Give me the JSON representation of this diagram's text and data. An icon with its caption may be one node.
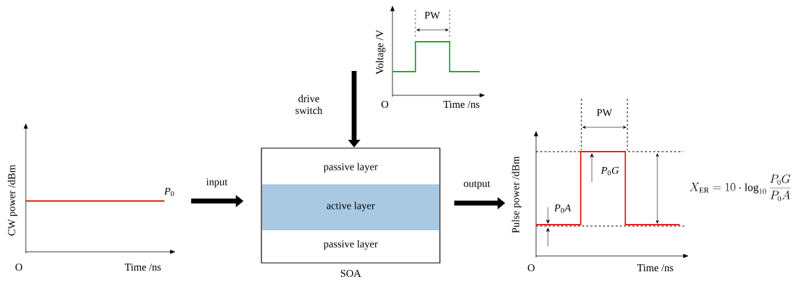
{
  "diagram": {
    "nodes": [
      {
        "text": [
          "CW power /dBm",
          "Time /ns",
          "O",
          "*P*$_{0}$"
        ]
      },
      {
        "text": [
          "Voltage /V",
          "Time /ns",
          "O",
          "PW"
        ]
      },
      {
        "text": [
          "SOA"
        ]
      },
      {
        "text": [
          "passive layer"
        ],
        "in": 2
      },
      {
        "text": [
          "active layer"
        ],
        "in": 2
      },
      {
        "text": [
          "passive layer"
        ],
        "in": 2
      },
      {
        "text": [
          "Pulse power /dBm",
          "Time /ns",
          "O",
          "PW",
          "*P*$_{0}$*G*",
          "*P*$_{0}$*A*"
        ]
      }
    ],
    "edges": [
      {
        "from": 0,
        "to": 2,
        "arrow": "to",
        "label": "input"
      },
      {
        "from": null,
        "to": 2,
        "arrow": "to",
        "label": "drive switch"
      },
      {
        "from": 2,
        "to": 6,
        "arrow": "to",
        "label": "output"
      }
    ],
    "labels": [
      "X_{\\mathrm{ER}}=10\\cdot\\log_{10}\\frac{P_{0}G}{P_{0}A}"
    ]
  }
}
